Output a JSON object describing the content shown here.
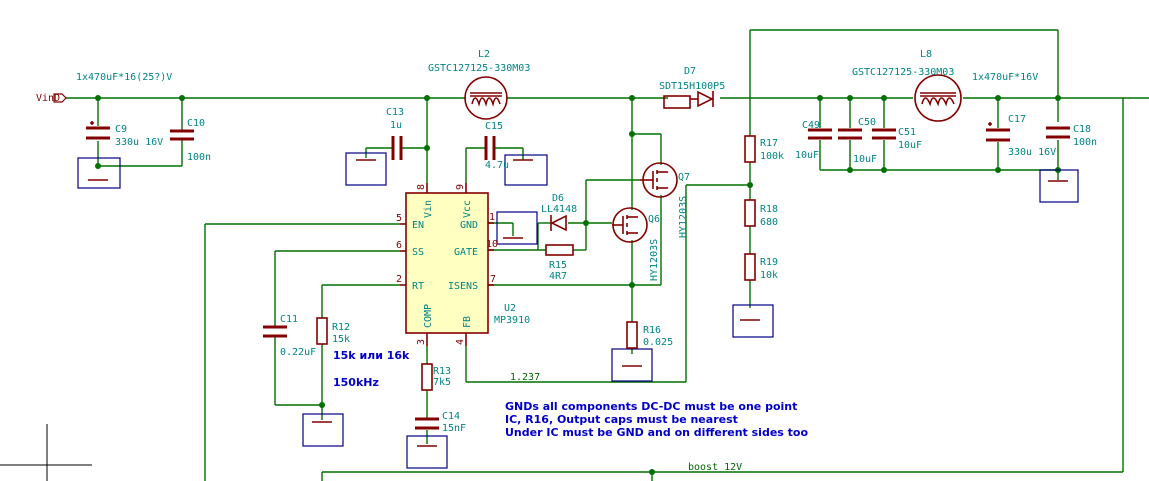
{
  "nets": {
    "vin": "VinD",
    "boost": "boost_12V",
    "fb": "1.237"
  },
  "notes": {
    "r12_alt": "15k или 16k",
    "freq": "150kHz",
    "gnd_line1": "GNDs all components DC-DC must be one point",
    "gnd_line2": "IC, R16, Output caps must be nearest",
    "gnd_line3": "Under IC must be GND and on different sides too"
  },
  "components": {
    "c9": {
      "value_note": "1x470uF*16(25?)V",
      "ref": "C9",
      "value": "330u 16V"
    },
    "c10": {
      "ref": "C10",
      "value": "100n"
    },
    "c13": {
      "ref": "C13",
      "value": "1u"
    },
    "l2": {
      "ref": "L2",
      "value": "GSTC127125-330M03"
    },
    "c15": {
      "ref": "C15",
      "value": "4.7u"
    },
    "d7": {
      "ref": "D7",
      "value": "SDT15H100P5"
    },
    "l8": {
      "ref": "L8",
      "value": "GSTC127125-330M03"
    },
    "c17": {
      "value_note": "1x470uF*16V",
      "ref": "C17",
      "value": "330u 16V"
    },
    "c18": {
      "ref": "C18",
      "value": "100n"
    },
    "c49": {
      "ref": "C49",
      "value": "10uF"
    },
    "c50": {
      "ref": "C50",
      "value": "10uF"
    },
    "c51": {
      "ref": "C51",
      "value": "10uF"
    },
    "r17": {
      "ref": "R17",
      "value": "100k"
    },
    "r18": {
      "ref": "R18",
      "value": "680"
    },
    "r19": {
      "ref": "R19",
      "value": "10k"
    },
    "q7": {
      "ref": "Q7",
      "value": "HY1203S"
    },
    "q6": {
      "ref": "Q6",
      "value": "HY1203S"
    },
    "d6": {
      "ref": "D6",
      "value": "LL4148"
    },
    "r15": {
      "ref": "R15",
      "value": "4R7"
    },
    "r16": {
      "ref": "R16",
      "value": "0.025"
    },
    "u2": {
      "ref": "U2",
      "value": "MP3910"
    },
    "c11": {
      "ref": "C11",
      "value": "0.22uF"
    },
    "r12": {
      "ref": "R12",
      "value": "15k"
    },
    "r13": {
      "ref": "R13",
      "value": "7k5"
    },
    "c14": {
      "ref": "C14",
      "value": "15nF"
    }
  },
  "ic_pins": {
    "en": "EN",
    "ss": "SS",
    "rt": "RT",
    "comp": "COMP",
    "vin": "Vin",
    "vcc": "Vcc",
    "gnd": "GND",
    "gate": "GATE",
    "isens": "ISENS",
    "fb": "FB",
    "n1": "1",
    "n2": "2",
    "n3": "3",
    "n4": "4",
    "n5": "5",
    "n6": "6",
    "n7": "7",
    "n8": "8",
    "n9": "9",
    "n10": "10"
  }
}
